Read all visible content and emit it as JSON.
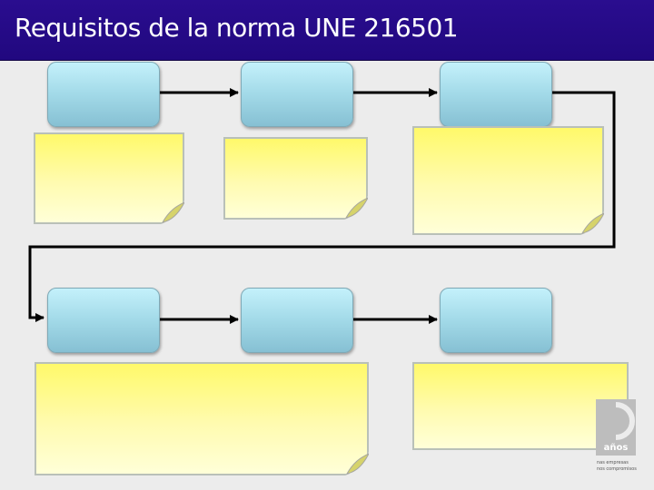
{
  "header": {
    "title": "Requisitos de la norma UNE 216501"
  },
  "logo": {
    "word": "años",
    "tagline_1": "nas empresas",
    "tagline_2": "nos compromisos"
  },
  "colors": {
    "title_bar": "#24098a",
    "process_box": "#a5dcea",
    "note": "#fff96a"
  }
}
